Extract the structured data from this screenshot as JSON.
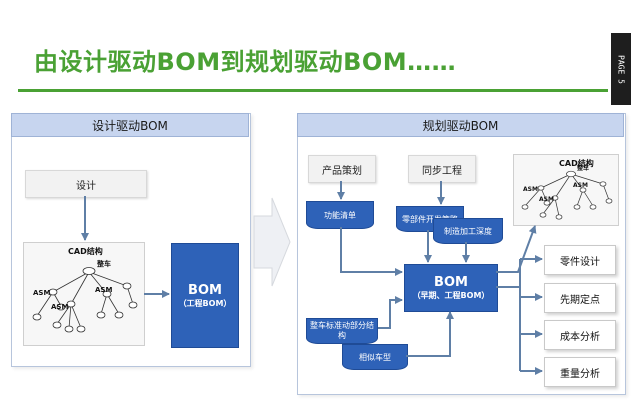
{
  "title": "由设计驱动BOM到规划驱动BOM……",
  "page_badge": "PAGE 5",
  "left_panel": {
    "header": "设计驱动BOM",
    "design_box": "设计",
    "cad_label": "CAD结构",
    "tree_root": "整车",
    "tree_asm": [
      "ASM",
      "ASM",
      "ASM"
    ],
    "bom_main": "BOM",
    "bom_sub": "（工程BOM）"
  },
  "right_panel": {
    "header": "规划驱动BOM",
    "product_planning": "产品策划",
    "sync_engineering": "同步工程",
    "function_list": "功能清单",
    "parts_dev_plan": "零部件开发策略",
    "mfg_depth": "制造加工深度",
    "vehicle_std": "整车标准动部分结构",
    "benchmark_model": "相似车型",
    "cad_label": "CAD结构",
    "tree_root": "整车",
    "tree_asm": [
      "ASM",
      "ASM",
      "ASM"
    ],
    "bom_main": "BOM",
    "bom_sub": "（早期、工程BOM）",
    "outputs": [
      "零件设计",
      "先期定点",
      "成本分析",
      "重量分析"
    ]
  },
  "colors": {
    "title_green": "#4aa134",
    "bom_blue": "#2e62b8",
    "panel_header": "#c7d5ef",
    "arrow": "#5f7fa6"
  }
}
